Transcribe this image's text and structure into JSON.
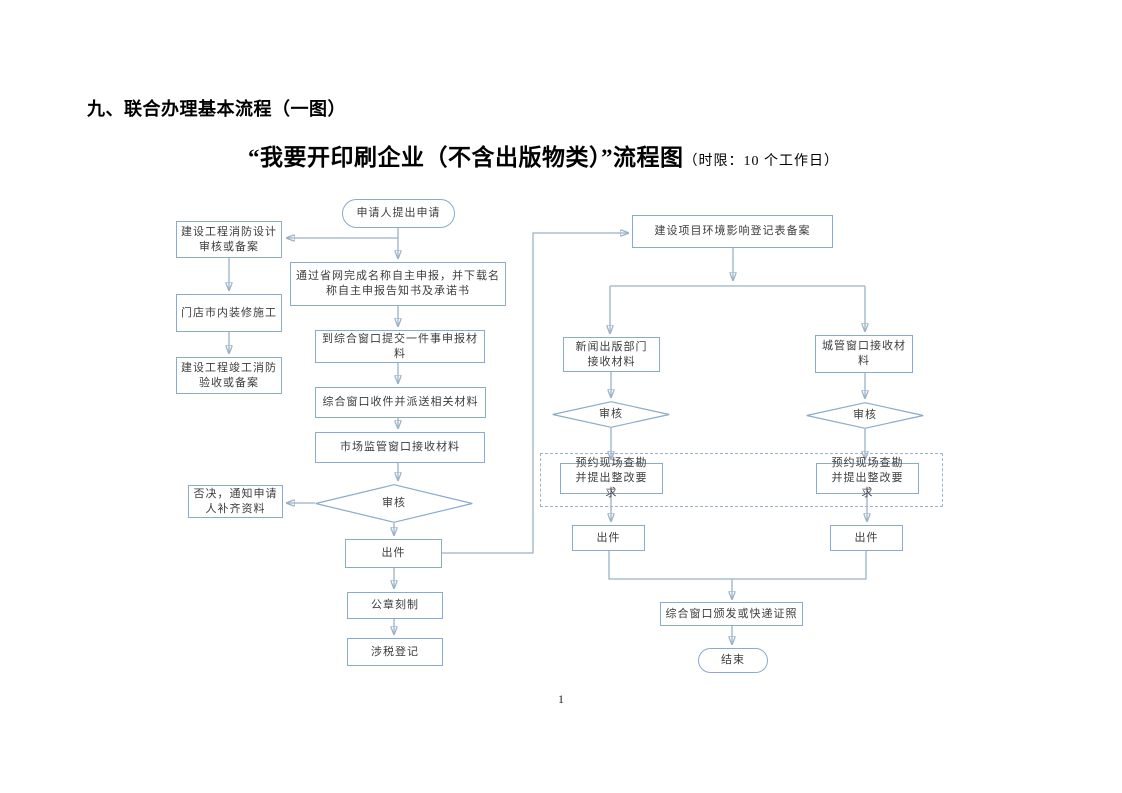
{
  "page": {
    "heading": "九、联合办理基本流程（一图）",
    "subtitle_main": "“我要开印刷企业（不含出版物类）”流程图",
    "subtitle_note": "（时限：10 个工作日）",
    "page_number": "1"
  },
  "colors": {
    "box_border": "#8aabcd",
    "connector_line": "#9cb2c8",
    "arrow_head": "#2e74b5",
    "node_text": "#3d3d3d",
    "title_text": "#000000",
    "background": "#ffffff"
  },
  "nodes": {
    "start": "申请人提出申请",
    "fire_design": "建设工程消防设计审核或备案",
    "renovation": "门店市内装修施工",
    "fire_acceptance": "建设工程竣工消防验收或备案",
    "province_net": "通过省网完成名称自主申报，并下载名称自主申报告知书及承诺书",
    "submit_window": "到综合窗口提交一件事申报材料",
    "receive_dispatch": "综合窗口收件并派送相关材料",
    "market_window": "市场监管窗口接收材料",
    "review_mid": "审核",
    "reject": "否决，通知申请人补齐资料",
    "issue_mid": "出件",
    "seal": "公章刻制",
    "tax": "涉税登记",
    "env_record": "建设项目环境影响登记表备案",
    "press_dept": "新闻出版部门接收材料",
    "urban_window": "城管窗口接收材料",
    "review_left": "审核",
    "review_right": "审核",
    "survey_left": "预约现场查勘并提出整改要求",
    "survey_right": "预约现场查勘并提出整改要求",
    "issue_left": "出件",
    "issue_right": "出件",
    "license": "综合窗口颁发或快递证照",
    "end": "结束"
  }
}
